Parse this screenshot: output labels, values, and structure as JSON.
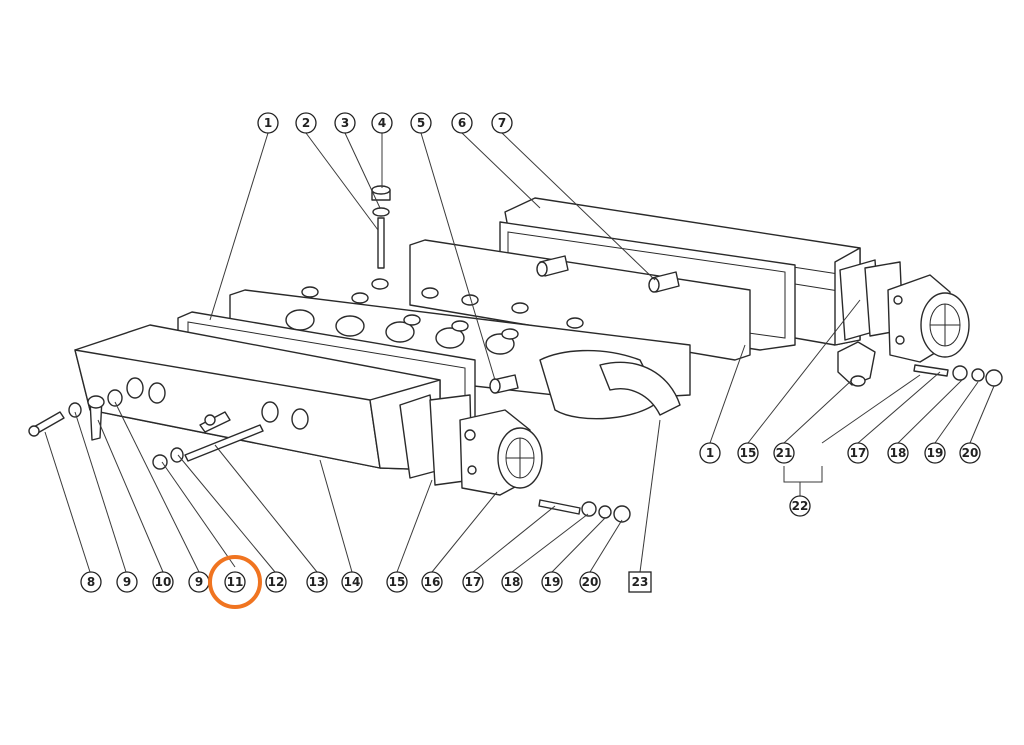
{
  "colors": {
    "line": "#2a2a2a",
    "highlight": "#f07420"
  },
  "highlighted_callout": "11",
  "callouts_top": [
    {
      "id": "1",
      "label": "1"
    },
    {
      "id": "2",
      "label": "2"
    },
    {
      "id": "3",
      "label": "3"
    },
    {
      "id": "4",
      "label": "4"
    },
    {
      "id": "5",
      "label": "5"
    },
    {
      "id": "6",
      "label": "6"
    },
    {
      "id": "7",
      "label": "7"
    }
  ],
  "callouts_bottom": [
    {
      "id": "8",
      "label": "8"
    },
    {
      "id": "9a",
      "label": "9"
    },
    {
      "id": "10",
      "label": "10"
    },
    {
      "id": "9b",
      "label": "9"
    },
    {
      "id": "11",
      "label": "11"
    },
    {
      "id": "12",
      "label": "12"
    },
    {
      "id": "13",
      "label": "13"
    },
    {
      "id": "14",
      "label": "14"
    },
    {
      "id": "15a",
      "label": "15"
    },
    {
      "id": "16",
      "label": "16"
    },
    {
      "id": "17a",
      "label": "17"
    },
    {
      "id": "18a",
      "label": "18"
    },
    {
      "id": "19a",
      "label": "19"
    },
    {
      "id": "20a",
      "label": "20"
    },
    {
      "id": "23",
      "label": "23"
    }
  ],
  "callouts_right": [
    {
      "id": "1b",
      "label": "1"
    },
    {
      "id": "15b",
      "label": "15"
    },
    {
      "id": "21",
      "label": "21"
    },
    {
      "id": "17b",
      "label": "17"
    },
    {
      "id": "18b",
      "label": "18"
    },
    {
      "id": "19b",
      "label": "19"
    },
    {
      "id": "20b",
      "label": "20"
    },
    {
      "id": "22",
      "label": "22"
    }
  ]
}
